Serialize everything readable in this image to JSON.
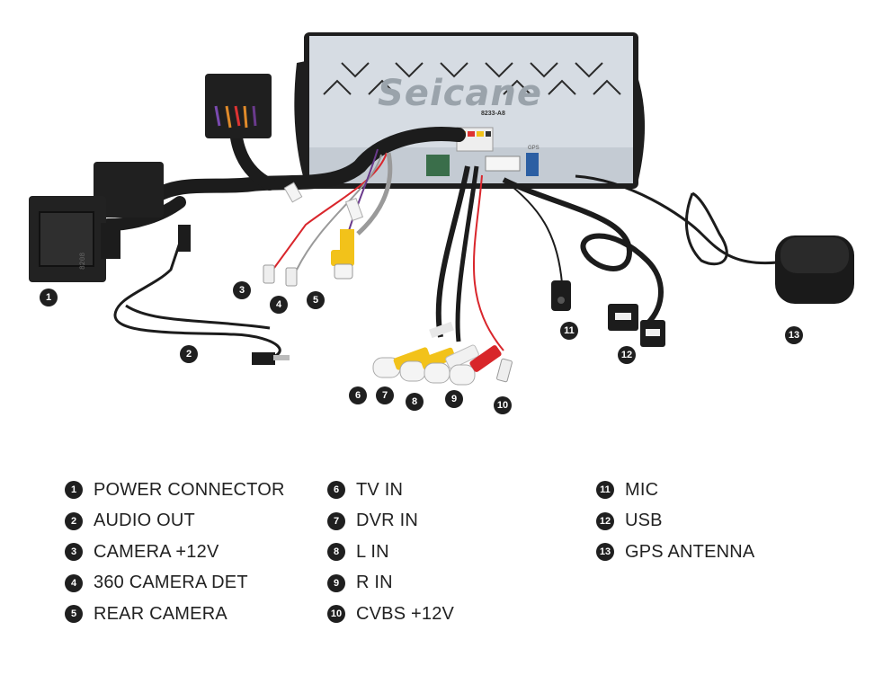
{
  "unit": {
    "brand": "Seicane",
    "model_code": "8233-A8",
    "gps_port_label": "GPS",
    "connector_code": "8208"
  },
  "callouts": [
    "1",
    "2",
    "3",
    "4",
    "5",
    "6",
    "7",
    "8",
    "9",
    "10",
    "11",
    "12",
    "13"
  ],
  "legend": {
    "columns": [
      [
        {
          "num": "1",
          "label": "POWER CONNECTOR"
        },
        {
          "num": "2",
          "label": "AUDIO OUT"
        },
        {
          "num": "3",
          "label": "CAMERA +12V"
        },
        {
          "num": "4",
          "label": "360 CAMERA DET"
        },
        {
          "num": "5",
          "label": "REAR CAMERA"
        }
      ],
      [
        {
          "num": "6",
          "label": "TV IN"
        },
        {
          "num": "7",
          "label": "DVR IN"
        },
        {
          "num": "8",
          "label": "L IN"
        },
        {
          "num": "9",
          "label": "R IN"
        },
        {
          "num": "10",
          "label": "CVBS +12V"
        }
      ],
      [
        {
          "num": "11",
          "label": "MIC"
        },
        {
          "num": "12",
          "label": "USB"
        },
        {
          "num": "13",
          "label": "GPS ANTENNA"
        }
      ]
    ]
  },
  "colors": {
    "cable": "#1c1c1c",
    "unit_body": "#d6dce3",
    "unit_frame": "#1e1e1e",
    "rca_yellow": "#f2c21a",
    "rca_white": "#f1f1f1",
    "rca_red": "#d8262a",
    "wire_red": "#d9262c",
    "wire_gray": "#9a9a9a",
    "wire_purple": "#6a3a8c"
  }
}
